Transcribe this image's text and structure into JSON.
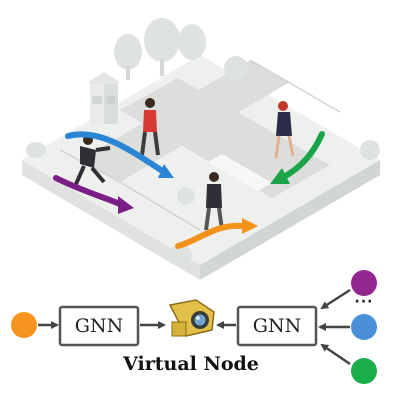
{
  "diagram": {
    "gnn_left_label": "GNN",
    "gnn_right_label": "GNN",
    "virtual_node_label": "Virtual Node",
    "ellipsis": "···"
  },
  "colors": {
    "node_orange": "#f7941d",
    "node_purple": "#92278f",
    "node_blue": "#4a90d9",
    "node_green": "#1aae4a",
    "arrow_blue": "#2a86d4",
    "arrow_purple": "#7b1f87",
    "arrow_green": "#1ba34a",
    "arrow_orange": "#f39219",
    "box_stroke": "#555555"
  },
  "icons": {
    "camera": "surveillance-camera-icon",
    "tree": "tree-icon",
    "building": "building-icon",
    "pedestrian": "pedestrian-icon"
  }
}
